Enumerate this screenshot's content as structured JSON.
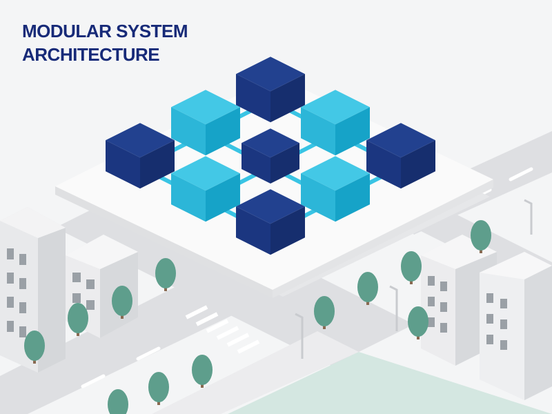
{
  "title": {
    "line1": "MODULAR SYSTEM",
    "line2": "ARCHITECTURE"
  },
  "colors": {
    "title": "#172a78",
    "module_dark": "#22418f",
    "module_dark_side": "#162e6e",
    "module_dark_front": "#1b3680",
    "module_light": "#43c8e6",
    "module_light_side": "#16a3c8",
    "module_light_front": "#2cb6d8",
    "connector": "#39c4e4",
    "platform": "#fafafa",
    "road": "#dcdde0",
    "tree": "#5e9e8c",
    "trunk": "#8a6a52",
    "building": "#e9eaec",
    "park": "#d4e7e1"
  },
  "diagram": {
    "modules": [
      {
        "id": "top",
        "tone": "dark"
      },
      {
        "id": "upper-left",
        "tone": "light"
      },
      {
        "id": "upper-right",
        "tone": "light"
      },
      {
        "id": "far-left",
        "tone": "dark"
      },
      {
        "id": "center",
        "tone": "dark"
      },
      {
        "id": "far-right",
        "tone": "dark"
      },
      {
        "id": "lower-left",
        "tone": "light"
      },
      {
        "id": "lower-right",
        "tone": "light"
      },
      {
        "id": "bottom",
        "tone": "dark"
      }
    ],
    "connections": [
      [
        "top",
        "upper-left"
      ],
      [
        "top",
        "upper-right"
      ],
      [
        "upper-left",
        "far-left"
      ],
      [
        "upper-left",
        "center"
      ],
      [
        "upper-right",
        "center"
      ],
      [
        "upper-right",
        "far-right"
      ],
      [
        "far-left",
        "lower-left"
      ],
      [
        "center",
        "lower-left"
      ],
      [
        "center",
        "lower-right"
      ],
      [
        "far-right",
        "lower-right"
      ],
      [
        "lower-left",
        "bottom"
      ],
      [
        "lower-right",
        "bottom"
      ]
    ]
  }
}
